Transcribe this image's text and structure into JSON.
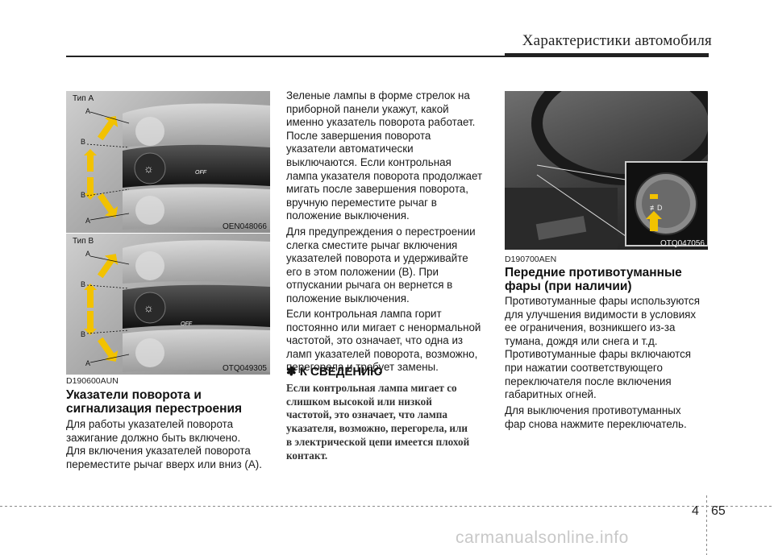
{
  "header": {
    "title": "Характеристики автомобиля"
  },
  "figure1": {
    "caption": "Тип А",
    "code": "OEN048066",
    "labels": [
      "A",
      "B",
      "B",
      "A"
    ]
  },
  "figure2": {
    "caption": "Тип В",
    "code": "OTQ049305",
    "labels": [
      "A",
      "B",
      "B",
      "A"
    ]
  },
  "figure3": {
    "code": "OTQ047056"
  },
  "section1": {
    "code": "D190600AUN",
    "heading_l1": "Указатели поворота и",
    "heading_l2": "сигнализация перестроения",
    "body_lines": [
      "Для работы указателей поворота",
      "зажигание должно быть включено.",
      "Для включения указателей поворота",
      "переместите рычаг вверх или вниз (А)."
    ]
  },
  "column2": {
    "para1_lines": [
      "Зеленые лампы в форме стрелок на",
      "приборной панели укажут, какой",
      "именно указатель поворота работает.",
      "После завершения поворота",
      "указатели автоматически",
      "выключаются. Если контрольная",
      "лампа указателя поворота продолжает",
      "мигать после завершения поворота,",
      "вручную переместите рычаг в",
      "положение выключения."
    ],
    "para2_lines": [
      "Для предупреждения о перестроении",
      "слегка сместите рычаг включения",
      "указателей поворота и удерживайте",
      "его в этом положении (В). При",
      "отпускании рычага он вернется в",
      "положение выключения."
    ],
    "para3_lines": [
      "Если контрольная лампа горит",
      "постоянно или мигает с ненормальной",
      "частотой, это означает, что одна из",
      "ламп указателей поворота, возможно,",
      "перегорела и требует замены."
    ],
    "note_title": "✽ К СВЕДЕНИЮ",
    "note_lines": [
      "Если контрольная лампа мигает со",
      "слишком высокой или низкой",
      "частотой, это означает, что лампа",
      "указателя, возможно, перегорела, или",
      "в электрической цепи имеется плохой",
      "контакт."
    ]
  },
  "section2": {
    "code": "D190700AEN",
    "heading_l1": "Передние противотуманные",
    "heading_l2": "фары (при наличии)",
    "para1_lines": [
      "Противотуманные фары используются",
      "для улучшения видимости в условиях",
      "ее ограничения, возникшего из-за",
      "тумана, дождя или снега и т.д.",
      "Противотуманные фары включаются",
      "при нажатии соответствующего",
      "переключателя после включения",
      "габаритных огней."
    ],
    "para2_lines": [
      "Для выключения противотуманных",
      "фар снова нажмите переключатель."
    ]
  },
  "footer": {
    "chapter": "4",
    "page": "65",
    "watermark": "carmanualsonline.info"
  },
  "colors": {
    "arrow_yellow": "#f2c200",
    "rule": "#222222"
  }
}
